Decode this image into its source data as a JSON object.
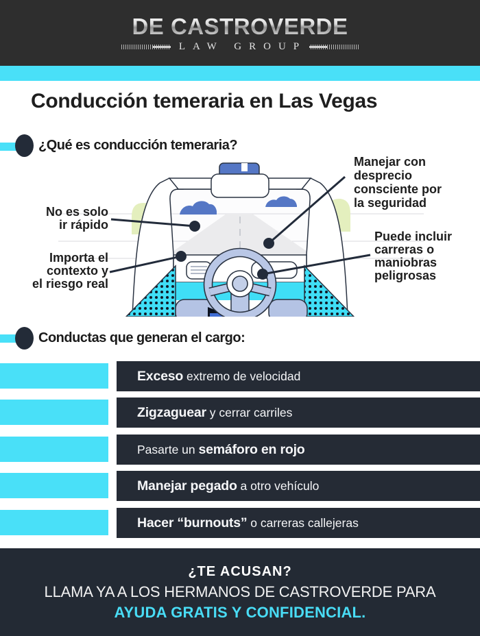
{
  "colors": {
    "accent_cyan": "#49E0F8",
    "navy": "#232B38",
    "header_bg": "#2E2E2E",
    "row_bar_bg": "#252B35",
    "footer_bg": "#232A34",
    "footer_cta_cyan": "#49DCF5",
    "steering_periwinkle": "#B9C7E6",
    "cloud_blue": "#5577C5",
    "tree_green": "#E4EFBE",
    "road_grey": "#EBEBED"
  },
  "header": {
    "brand": "DE CASTROVERDE",
    "tagline": "LAW GROUP"
  },
  "title": "Conducción temeraria en Las Vegas",
  "what_section": {
    "heading": "¿Qué es conducción temeraria?",
    "callouts": [
      {
        "text": "No es solo\nir rápido"
      },
      {
        "text": "Importa el\ncontexto y\nel riesgo real"
      },
      {
        "text": "Manejar con\ndesprecio\nconsciente por\nla seguridad"
      },
      {
        "text": "Puede incluir\ncarreras o\nmaniobras\npeligrosas"
      }
    ]
  },
  "conducts_section": {
    "heading": "Conductas que generan el cargo:",
    "items": [
      {
        "pre": "",
        "bold": "Exceso",
        "post": " extremo de velocidad"
      },
      {
        "pre": "",
        "bold": "Zigzaguear",
        "post": " y cerrar carriles"
      },
      {
        "pre": "Pasarte un ",
        "bold": "semáforo en rojo",
        "post": ""
      },
      {
        "pre": "",
        "bold": "Manejar pegado",
        "post": " a otro vehículo"
      },
      {
        "pre": "",
        "bold": "Hacer “burnouts”",
        "post": " o carreras callejeras"
      }
    ]
  },
  "footer": {
    "line1": "¿TE ACUSAN?",
    "line2": "LLAMA YA A LOS HERMANOS DE CASTROVERDE PARA",
    "line3": "AYUDA GRATIS Y CONFIDENCIAL."
  }
}
